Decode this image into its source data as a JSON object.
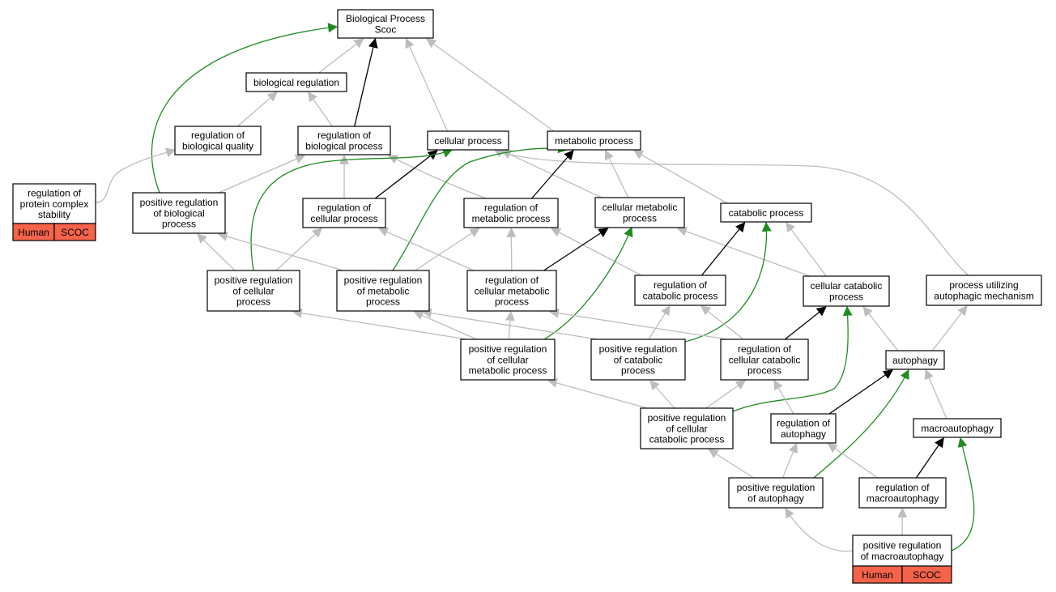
{
  "colors": {
    "gray": "#bdbdbd",
    "black": "#000000",
    "green": "#228b22",
    "tag": "#f4634a"
  },
  "nodes": {
    "bp": {
      "lines": [
        "Biological Process",
        "Scoc"
      ]
    },
    "breg": {
      "lines": [
        "biological regulation"
      ]
    },
    "rbq": {
      "lines": [
        "regulation of",
        "biological quality"
      ]
    },
    "rbp": {
      "lines": [
        "regulation of",
        "biological process"
      ]
    },
    "cp": {
      "lines": [
        "cellular process"
      ]
    },
    "mp": {
      "lines": [
        "metabolic process"
      ]
    },
    "rpcs": {
      "lines": [
        "regulation of",
        "protein complex",
        "stability"
      ]
    },
    "prbp": {
      "lines": [
        "positive regulation",
        "of biological",
        "process"
      ]
    },
    "rcp": {
      "lines": [
        "regulation of",
        "cellular process"
      ]
    },
    "rmp": {
      "lines": [
        "regulation of",
        "metabolic process"
      ]
    },
    "cmp": {
      "lines": [
        "cellular metabolic",
        "process"
      ]
    },
    "catp": {
      "lines": [
        "catabolic process"
      ]
    },
    "prcp": {
      "lines": [
        "positive regulation",
        "of cellular",
        "process"
      ]
    },
    "prmp": {
      "lines": [
        "positive regulation",
        "of metabolic",
        "process"
      ]
    },
    "rcmp": {
      "lines": [
        "regulation of",
        "cellular metabolic",
        "process"
      ]
    },
    "rcatp": {
      "lines": [
        "regulation of",
        "catabolic process"
      ]
    },
    "ccatp": {
      "lines": [
        "cellular catabolic",
        "process"
      ]
    },
    "puam": {
      "lines": [
        "process utilizing",
        "autophagic mechanism"
      ]
    },
    "prcmp": {
      "lines": [
        "positive regulation",
        "of cellular",
        "metabolic process"
      ]
    },
    "prcatp": {
      "lines": [
        "positive regulation",
        "of catabolic",
        "process"
      ]
    },
    "rccatp": {
      "lines": [
        "regulation of",
        "cellular catabolic",
        "process"
      ]
    },
    "auto": {
      "lines": [
        "autophagy"
      ]
    },
    "prccatp": {
      "lines": [
        "positive regulation",
        "of cellular",
        "catabolic process"
      ]
    },
    "rauto": {
      "lines": [
        "regulation of",
        "autophagy"
      ]
    },
    "macro": {
      "lines": [
        "macroautophagy"
      ]
    },
    "prauto": {
      "lines": [
        "positive regulation",
        "of autophagy"
      ]
    },
    "rmacro": {
      "lines": [
        "regulation of",
        "macroautophagy"
      ]
    },
    "prmacro": {
      "lines": [
        "positive regulation",
        "of macroautophagy"
      ]
    }
  },
  "tags": {
    "rpcs": [
      "Human",
      "SCOC"
    ],
    "prmacro": [
      "Human",
      "SCOC"
    ]
  },
  "edges": [
    {
      "from": "breg",
      "to": "bp",
      "color": "gray"
    },
    {
      "from": "rbp",
      "to": "bp",
      "color": "black"
    },
    {
      "from": "cp",
      "to": "bp",
      "color": "gray"
    },
    {
      "from": "mp",
      "to": "bp",
      "color": "gray"
    },
    {
      "from": "prbp",
      "to": "bp",
      "color": "green"
    },
    {
      "from": "rbq",
      "to": "breg",
      "color": "gray"
    },
    {
      "from": "rbp",
      "to": "breg",
      "color": "gray"
    },
    {
      "from": "rpcs",
      "to": "rbq",
      "color": "gray"
    },
    {
      "from": "prbp",
      "to": "rbp",
      "color": "gray"
    },
    {
      "from": "rcp",
      "to": "rbp",
      "color": "gray"
    },
    {
      "from": "rmp",
      "to": "rbp",
      "color": "gray"
    },
    {
      "from": "rcp",
      "to": "cp",
      "color": "black"
    },
    {
      "from": "cmp",
      "to": "cp",
      "color": "gray"
    },
    {
      "from": "puam",
      "to": "cp",
      "color": "gray"
    },
    {
      "from": "prcp",
      "to": "cp",
      "color": "green"
    },
    {
      "from": "rmp",
      "to": "mp",
      "color": "black"
    },
    {
      "from": "cmp",
      "to": "mp",
      "color": "gray"
    },
    {
      "from": "catp",
      "to": "mp",
      "color": "gray"
    },
    {
      "from": "prmp",
      "to": "mp",
      "color": "green"
    },
    {
      "from": "prcp",
      "to": "prbp",
      "color": "gray"
    },
    {
      "from": "prmp",
      "to": "prbp",
      "color": "gray"
    },
    {
      "from": "prcp",
      "to": "rcp",
      "color": "gray"
    },
    {
      "from": "rcmp",
      "to": "rcp",
      "color": "gray"
    },
    {
      "from": "prmp",
      "to": "rmp",
      "color": "gray"
    },
    {
      "from": "rcmp",
      "to": "rmp",
      "color": "gray"
    },
    {
      "from": "rcatp",
      "to": "rmp",
      "color": "gray"
    },
    {
      "from": "rcmp",
      "to": "cmp",
      "color": "black"
    },
    {
      "from": "prcmp",
      "to": "cmp",
      "color": "green"
    },
    {
      "from": "ccatp",
      "to": "cmp",
      "color": "gray"
    },
    {
      "from": "rcatp",
      "to": "catp",
      "color": "black"
    },
    {
      "from": "ccatp",
      "to": "catp",
      "color": "gray"
    },
    {
      "from": "prcatp",
      "to": "catp",
      "color": "green"
    },
    {
      "from": "prcmp",
      "to": "prcp",
      "color": "gray"
    },
    {
      "from": "prcmp",
      "to": "prmp",
      "color": "gray"
    },
    {
      "from": "prcatp",
      "to": "prmp",
      "color": "gray"
    },
    {
      "from": "prcmp",
      "to": "rcmp",
      "color": "gray"
    },
    {
      "from": "rccatp",
      "to": "rcmp",
      "color": "gray"
    },
    {
      "from": "prcatp",
      "to": "rcatp",
      "color": "gray"
    },
    {
      "from": "rccatp",
      "to": "rcatp",
      "color": "gray"
    },
    {
      "from": "rccatp",
      "to": "ccatp",
      "color": "black"
    },
    {
      "from": "auto",
      "to": "ccatp",
      "color": "gray"
    },
    {
      "from": "prccatp",
      "to": "ccatp",
      "color": "green"
    },
    {
      "from": "auto",
      "to": "puam",
      "color": "gray"
    },
    {
      "from": "prccatp",
      "to": "prcmp",
      "color": "gray"
    },
    {
      "from": "prccatp",
      "to": "prcatp",
      "color": "gray"
    },
    {
      "from": "prccatp",
      "to": "rccatp",
      "color": "gray"
    },
    {
      "from": "rauto",
      "to": "rccatp",
      "color": "gray"
    },
    {
      "from": "rauto",
      "to": "auto",
      "color": "black"
    },
    {
      "from": "macro",
      "to": "auto",
      "color": "gray"
    },
    {
      "from": "prauto",
      "to": "auto",
      "color": "green"
    },
    {
      "from": "prauto",
      "to": "prccatp",
      "color": "gray"
    },
    {
      "from": "prauto",
      "to": "rauto",
      "color": "gray"
    },
    {
      "from": "rmacro",
      "to": "rauto",
      "color": "gray"
    },
    {
      "from": "rmacro",
      "to": "macro",
      "color": "black"
    },
    {
      "from": "prmacro",
      "to": "macro",
      "color": "green"
    },
    {
      "from": "prmacro",
      "to": "prauto",
      "color": "gray"
    },
    {
      "from": "prmacro",
      "to": "rmacro",
      "color": "gray"
    }
  ]
}
